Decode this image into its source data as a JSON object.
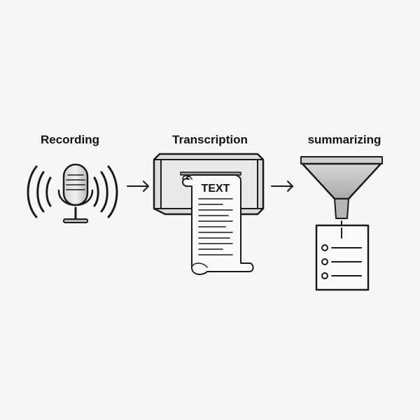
{
  "steps": [
    {
      "id": "recording",
      "label": "Recording",
      "icon": "microphone-icon"
    },
    {
      "id": "transcription",
      "label": "Transcription",
      "icon": "printer-text-icon"
    },
    {
      "id": "summarizing",
      "label": "summarizing",
      "icon": "funnel-document-icon"
    }
  ],
  "document_text": "TEXT",
  "colors": {
    "background": "#f7f7f7",
    "stroke": "#1a1a1a",
    "fill_light": "#e4e4e4",
    "fill_mid": "#bdbdbd"
  }
}
